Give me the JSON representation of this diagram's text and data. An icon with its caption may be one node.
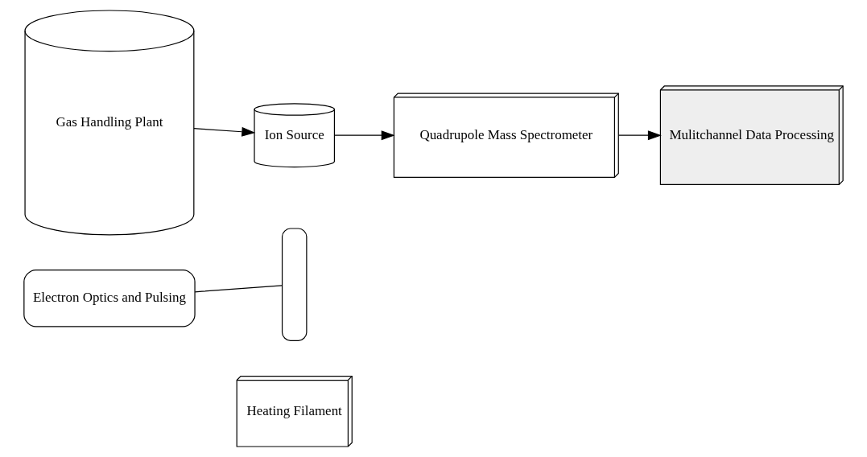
{
  "diagram": {
    "nodes": [
      {
        "text": [
          "Gas Handling Plant"
        ]
      },
      {
        "text": [
          "Ion Source"
        ]
      },
      {
        "text": [
          "Quadrupole Mass Spectrometer"
        ]
      },
      {
        "text": [
          "Mulitchannel Data Processing"
        ]
      },
      {
        "text": [],
        "shape": "bar"
      },
      {
        "text": [
          "Electron Optics and Pulsing"
        ]
      },
      {
        "text": [
          "Heating Filament"
        ]
      }
    ],
    "edges": [
      {
        "from": 0,
        "to": 1,
        "arrow": "to"
      },
      {
        "from": 1,
        "to": 2,
        "arrow": "to"
      },
      {
        "from": 2,
        "to": 3,
        "arrow": "to"
      },
      {
        "from": 5,
        "to": 4,
        "arrow": "none"
      }
    ]
  }
}
